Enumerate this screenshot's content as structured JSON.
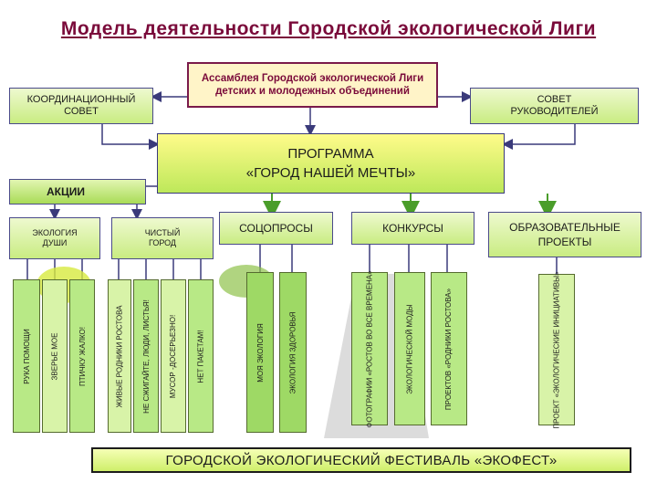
{
  "title": "Модель деятельности Городской экологической Лиги",
  "assembly": "Ассамблея Городской экологической Лиги детских и молодежных объединений",
  "coord_council": "КООРДИНАЦИОННЫЙ СОВЕТ",
  "leaders_council": "СОВЕТ РУКОВОДИТЕЛЕЙ",
  "program": {
    "line1": "ПРОГРАММА",
    "line2": "«ГОРОД НАШЕЙ МЕЧТЫ»"
  },
  "actions": "АКЦИИ",
  "categories": {
    "ecology_soul": "ЭКОЛОГИЯ ДУШИ",
    "clean_city": "ЧИСТЫЙ ГОРОД",
    "surveys": "СОЦОПРОСЫ",
    "contests": "КОНКУРСЫ",
    "education": "ОБРАЗОВАТЕЛЬНЫЕ ПРОЕКТЫ"
  },
  "columns": [
    "РУКА ПОМОЩИ",
    "ЗВЕРЬЕ МОЕ",
    "ПТИЧКУ ЖАЛКО!",
    "ЖИВЫЕ РОДНИКИ РОСТОВА",
    "НЕ СЖИГАЙТЕ, ЛЮДИ, ЛИСТЬЯ!",
    "МУСОР -ДОСЕРЬЕЗНО!",
    "НЕТ ПАКЕТАМ!",
    "МОЯ ЭКОЛОГИЯ",
    "ЭКОЛОГИЯ ЗДОРОВЬЯ",
    "ФОТОГРАФИИ «РОСТОВ ВО ВСЕ ВРЕМЕНА»",
    "ЭКОЛОГИЧЕСКОЙ МОДЫ",
    "ПРОЕКТОВ «РОДНИКИ РОСТОВА»",
    "ПРОЕКТ «ЭКОЛОГИЧЕСКИЕ ИНИЦИАТИВЫ»"
  ],
  "festival": "ГОРОДСКОЙ ЭКОЛОГИЧЕСКИЙ ФЕСТИВАЛЬ «ЭКОФЕСТ»"
}
